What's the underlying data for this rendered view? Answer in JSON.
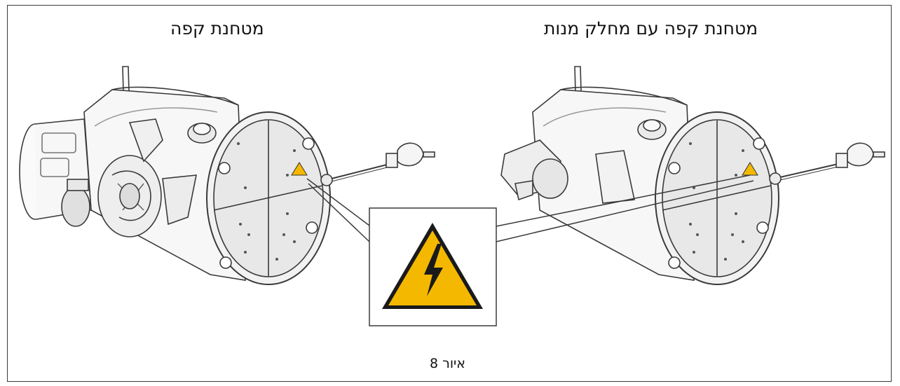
{
  "labels": {
    "left_title": "מטחנת קפה",
    "right_title": "מטחנת קפה עם מחלק מנות",
    "caption": "איור 8"
  },
  "icons": {
    "warning": "high-voltage-warning-icon"
  },
  "colors": {
    "warning_yellow": "#F5B800",
    "line": "#3a3a3a",
    "panel_fill": "#e6e6e6"
  }
}
